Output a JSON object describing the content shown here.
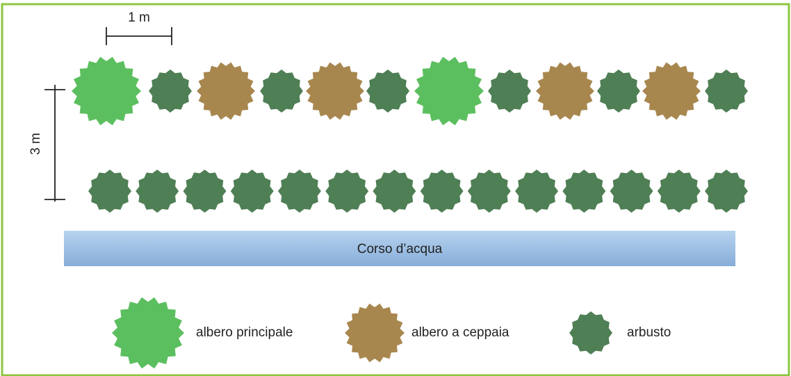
{
  "scale": {
    "horizontal_label": "1 m",
    "vertical_label": "3 m"
  },
  "rows": {
    "top": [
      "albero principale",
      "arbusto",
      "albero a ceppaia",
      "arbusto",
      "albero a ceppaia",
      "arbusto",
      "albero principale",
      "arbusto",
      "albero a ceppaia",
      "arbusto",
      "albero a ceppaia",
      "arbusto"
    ],
    "bottom_count": 14,
    "bottom_type": "arbusto"
  },
  "water": {
    "label": "Corso d’acqua"
  },
  "legend": [
    {
      "key": "albero principale",
      "label": "albero principale",
      "color": "#5cbf5f"
    },
    {
      "key": "albero a ceppaia",
      "label": "albero a ceppaia",
      "color": "#a8874f"
    },
    {
      "key": "arbusto",
      "label": "arbusto",
      "color": "#4f7f55"
    }
  ],
  "colors": {
    "frame": "#8cc63f",
    "water_top": "#a9c8ea",
    "water_bottom": "#7ea6d6"
  }
}
